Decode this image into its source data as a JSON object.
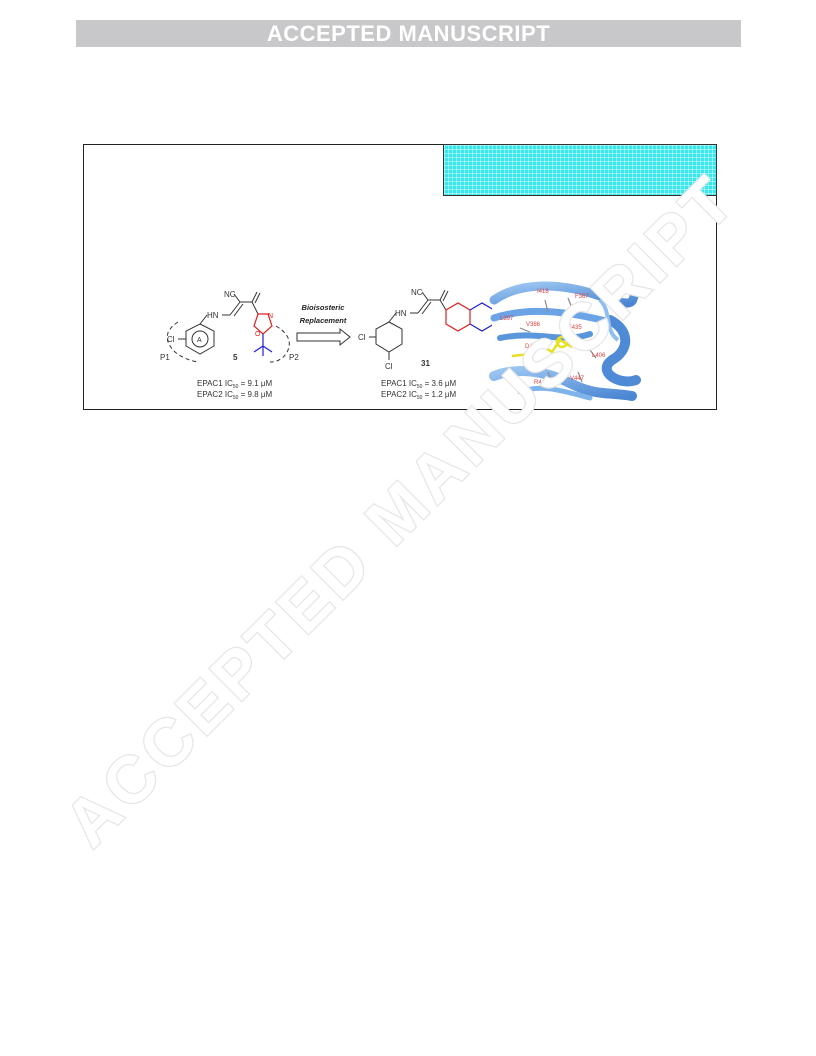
{
  "header": {
    "banner_text": "ACCEPTED MANUSCRIPT"
  },
  "watermark": {
    "text": "ACCEPTED MANUSCRIPT"
  },
  "scheme": {
    "compound_left": {
      "number": "5",
      "ring_label": "A",
      "substituent_cl": "Cl",
      "cyano": "NC",
      "hydrazone": "HN",
      "isoxazole_n": "N",
      "isoxazole_o": "O",
      "pocket_left": "P1",
      "pocket_right": "P2",
      "epac1_name": "EPAC1 IC",
      "epac1_sub": "50",
      "epac1_value": " = 9.1 μM",
      "epac2_name": "EPAC2 IC",
      "epac2_sub": "50",
      "epac2_value": " = 9.8 μM"
    },
    "arrow_label_line1": "Bioisosteric",
    "arrow_label_line2": "Replacement",
    "compound_right": {
      "number": "31",
      "cl_left": "Cl",
      "cl_bottom": "Cl",
      "cyano": "NC",
      "hydrazone": "HN",
      "epac1_name": "EPAC1 IC",
      "epac1_sub": "50",
      "epac1_value": " = 3.6 μM",
      "epac2_name": "EPAC2 IC",
      "epac2_sub": "50",
      "epac2_value": " = 1.2 μM"
    },
    "residues": [
      "I418",
      "F367",
      "L397",
      "V386",
      "F435",
      "D439",
      "L406",
      "R448",
      "V447"
    ]
  },
  "colors": {
    "banner": "#c8c8ca",
    "cyan_box": "#34e8ee",
    "highlight_red": "#e02020",
    "highlight_blue": "#2020d0",
    "protein_ribbon": "#5a9be0",
    "ligand": "#e8e020"
  }
}
